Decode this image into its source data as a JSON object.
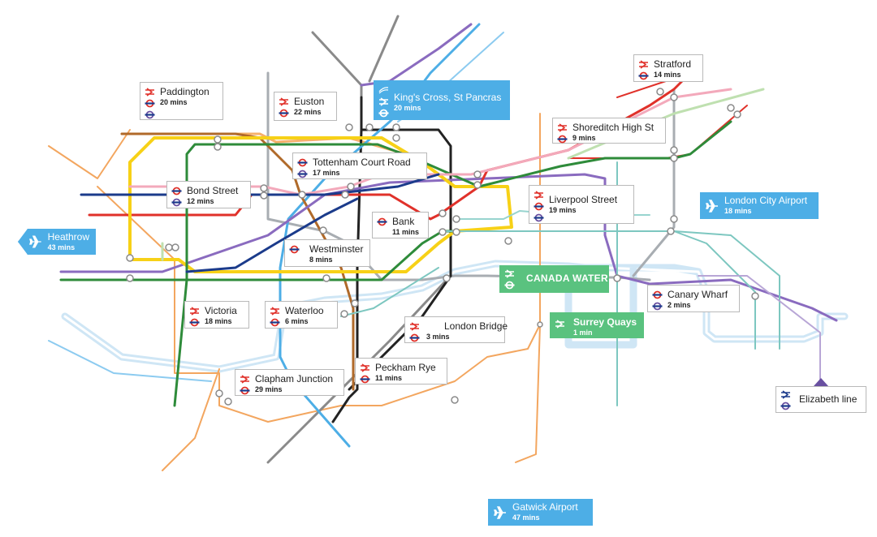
{
  "stations": {
    "paddington": {
      "name": "Paddington",
      "time": "20 mins"
    },
    "euston": {
      "name": "Euston",
      "time": "22 mins"
    },
    "kings_cross": {
      "name": "King's Cross, St Pancras",
      "time": "20 mins"
    },
    "stratford": {
      "name": "Stratford",
      "time": "14 mins"
    },
    "shoreditch": {
      "name": "Shoreditch High St",
      "time": "9 mins"
    },
    "tottenham": {
      "name": "Tottenham Court Road",
      "time": "17 mins"
    },
    "bond_street": {
      "name": "Bond Street",
      "time": "12 mins"
    },
    "bank": {
      "name": "Bank",
      "time": "11 mins"
    },
    "liverpool_street": {
      "name": "Liverpool Street",
      "time": "19 mins"
    },
    "westminster": {
      "name": "Westminster",
      "time": "8 mins"
    },
    "canada_water": {
      "name": "CANADA WATER"
    },
    "canary_wharf": {
      "name": "Canary Wharf",
      "time": "2 mins"
    },
    "victoria": {
      "name": "Victoria",
      "time": "18 mins"
    },
    "waterloo": {
      "name": "Waterloo",
      "time": "6 mins"
    },
    "london_bridge": {
      "name": "London Bridge",
      "time": "3 mins"
    },
    "surrey_quays": {
      "name": "Surrey Quays",
      "time": "1 min"
    },
    "peckham_rye": {
      "name": "Peckham Rye",
      "time": "11 mins"
    },
    "clapham_junction": {
      "name": "Clapham Junction",
      "time": "29 mins"
    }
  },
  "airports": {
    "heathrow": {
      "name": "Heathrow",
      "time": "43 mins"
    },
    "london_city": {
      "name": "London City Airport",
      "time": "18 mins"
    },
    "gatwick": {
      "name": "Gatwick Airport",
      "time": "47 mins"
    }
  },
  "legend": {
    "elizabeth_line": "Elizabeth line"
  },
  "colors": {
    "rail": "#e0312a",
    "tube": "#1b3b8b",
    "overground": "#f08c2a",
    "central": "#e0312a",
    "circle": "#f7d117",
    "district": "#2e8b3a",
    "jubilee": "#9aa0a6",
    "northern": "#222222",
    "victoria": "#4daee6",
    "metropolitan": "#8b1d5c",
    "bakerloo": "#b06a2a",
    "hammersmith": "#f3a9bb",
    "piccadilly": "#1b3b8b",
    "elizabeth": "#6950a1",
    "dlr": "#4fb3a9",
    "highlight_blue": "#4daee6",
    "highlight_green": "#5ac27f"
  }
}
